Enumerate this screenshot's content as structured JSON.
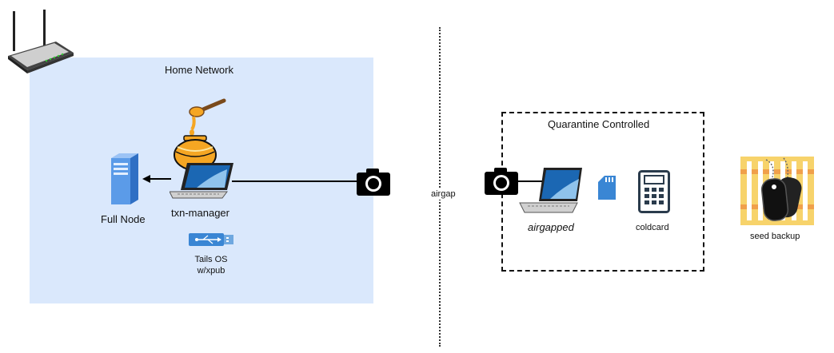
{
  "zones": {
    "home_network": "Home Network",
    "quarantine": "Quarantine Controlled"
  },
  "nodes": {
    "full_node": "Full Node",
    "txn_manager": "txn-manager",
    "tails": {
      "line1": "Tails OS",
      "line2": "w/xpub"
    },
    "airgap": "airgap",
    "airgapped": "airgapped",
    "coldcard": "coldcard",
    "seed_backup": "seed backup"
  },
  "icons": [
    "router-icon",
    "server-icon",
    "honey-pot-icon",
    "laptop-icon",
    "usb-drive-icon",
    "camera-icon",
    "sd-card-icon",
    "calculator-icon",
    "dog-tag-icon"
  ],
  "colors": {
    "home_zone_fill": "#dae8fc",
    "honey": "#f5a623",
    "server_blue": "#4f8fe0",
    "laptop_blue": "#1b67b3",
    "usb_blue": "#3a86d4",
    "seed_backup_bg": "#f2c94c"
  }
}
